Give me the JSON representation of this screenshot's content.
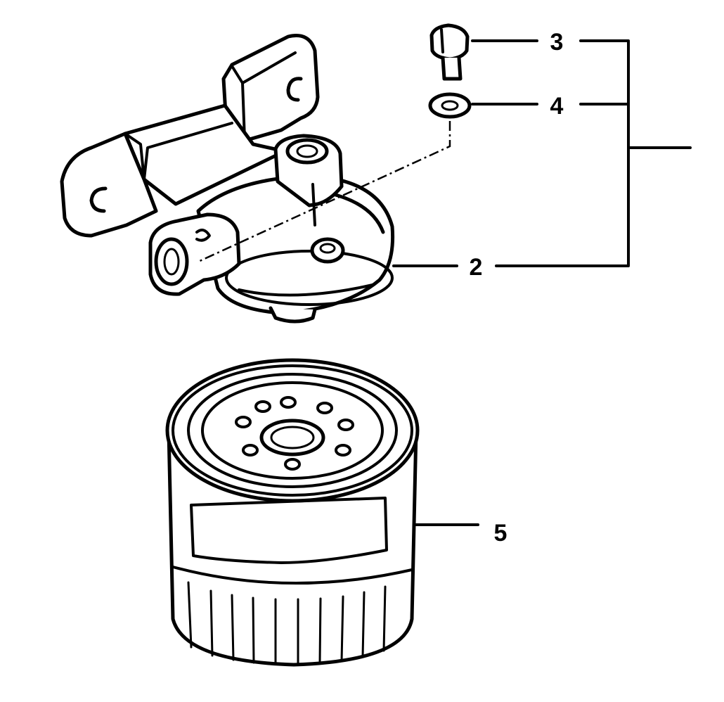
{
  "diagram": {
    "colors": {
      "ink": "#000000",
      "paper": "#ffffff"
    },
    "callouts": [
      {
        "id": "part-3",
        "label": "3",
        "part": "bolt"
      },
      {
        "id": "part-4",
        "label": "4",
        "part": "washer"
      },
      {
        "id": "part-2",
        "label": "2",
        "part": "filter-head-bracket"
      },
      {
        "id": "part-5",
        "label": "5",
        "part": "spin-on-filter-cartridge"
      }
    ]
  }
}
